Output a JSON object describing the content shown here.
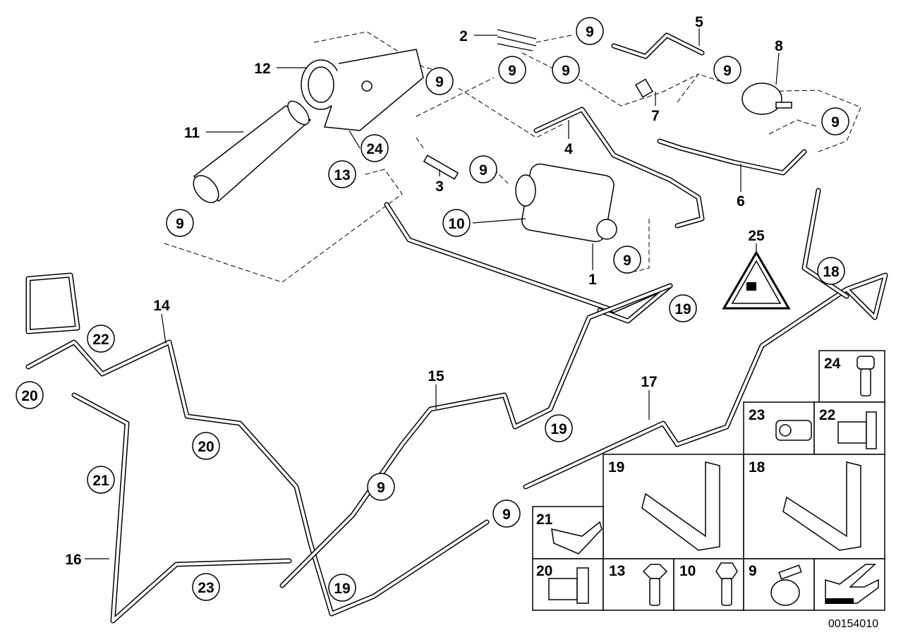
{
  "diagram": {
    "callouts_circled": [
      "9",
      "9",
      "9",
      "9",
      "9",
      "9",
      "9",
      "9",
      "9",
      "9",
      "9",
      "24",
      "13",
      "10",
      "18",
      "19",
      "22",
      "20",
      "20",
      "21",
      "19",
      "23",
      "19"
    ],
    "callouts_plain": [
      "2",
      "5",
      "8",
      "12",
      "11",
      "7",
      "4",
      "3",
      "6",
      "25",
      "1",
      "14",
      "15",
      "17",
      "16"
    ],
    "legend": {
      "cells": [
        "24",
        "23",
        "22",
        "19",
        "18",
        "21",
        "20",
        "13",
        "10",
        "9"
      ]
    },
    "diagram_code": "00154010"
  }
}
